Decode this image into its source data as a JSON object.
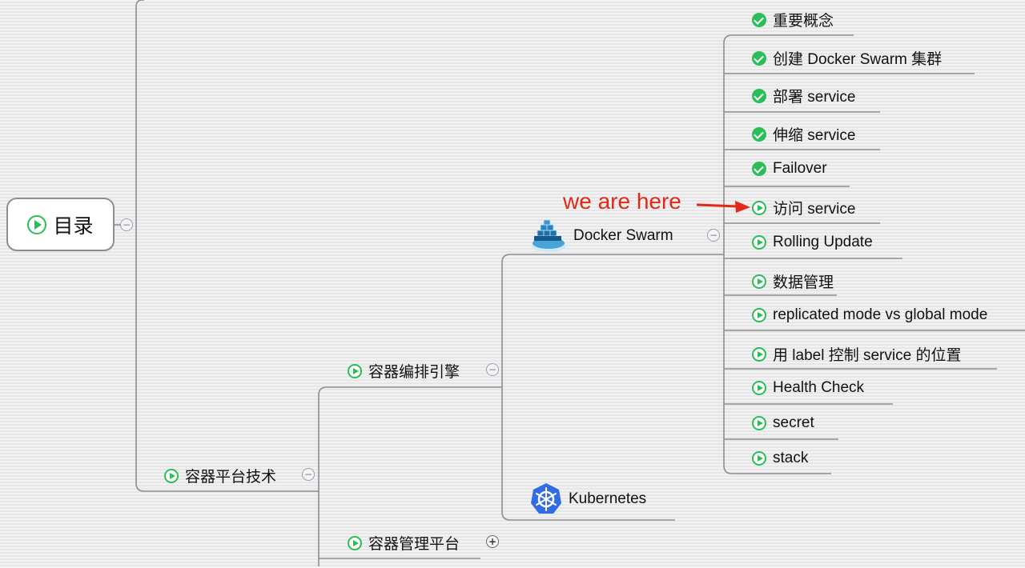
{
  "colors": {
    "accent_green": "#2bbd57",
    "annotation_red": "#e02a17",
    "line_gray": "#8e8e8e"
  },
  "root": {
    "label": "目录",
    "icon": "play-circle-icon"
  },
  "branch": {
    "label": "容器平台技术",
    "icon": "play-circle-icon"
  },
  "orchestration": {
    "label": "容器编排引擎",
    "icon": "play-circle-icon"
  },
  "management": {
    "label": "容器管理平台",
    "icon": "play-circle-icon"
  },
  "swarm": {
    "label": "Docker Swarm",
    "icon": "docker-logo-icon"
  },
  "kubernetes": {
    "label": "Kubernetes",
    "icon": "kubernetes-logo-icon"
  },
  "annotation": {
    "text": "we are here"
  },
  "topics": [
    {
      "label": "重要概念",
      "status": "done"
    },
    {
      "label": "创建 Docker Swarm 集群",
      "status": "done"
    },
    {
      "label": "部署 service",
      "status": "done"
    },
    {
      "label": "伸缩 service",
      "status": "done"
    },
    {
      "label": "Failover",
      "status": "done"
    },
    {
      "label": "访问 service",
      "status": "current"
    },
    {
      "label": "Rolling Update",
      "status": "todo"
    },
    {
      "label": "数据管理",
      "status": "todo"
    },
    {
      "label": "replicated mode vs global mode",
      "status": "todo"
    },
    {
      "label": "用 label 控制 service 的位置",
      "status": "todo"
    },
    {
      "label": "Health Check",
      "status": "todo"
    },
    {
      "label": "secret",
      "status": "todo"
    },
    {
      "label": "stack",
      "status": "todo"
    }
  ]
}
